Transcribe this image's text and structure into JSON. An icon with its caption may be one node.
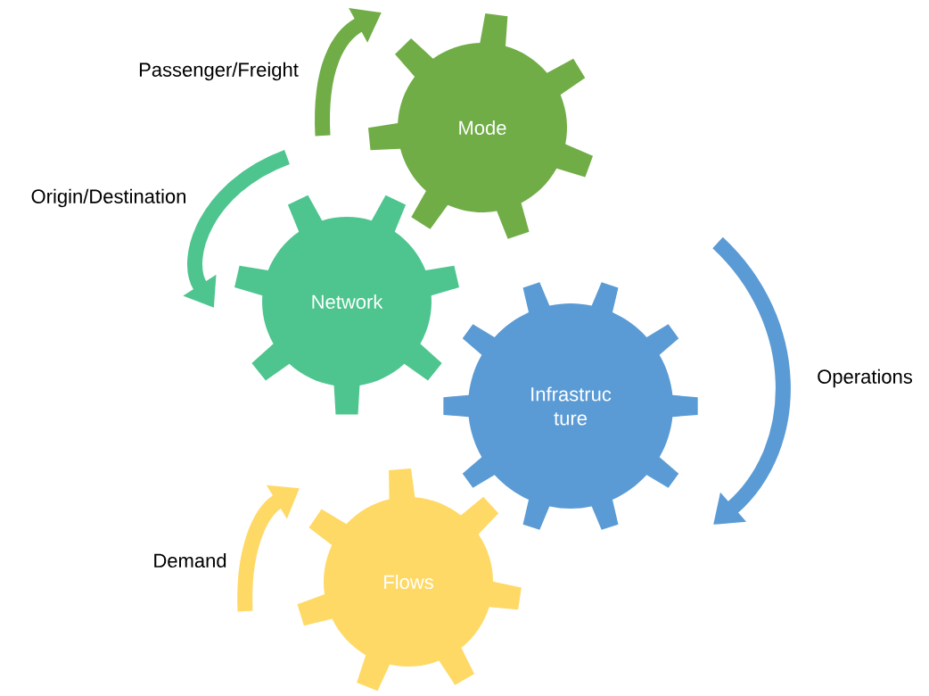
{
  "diagram": {
    "nodes": [
      {
        "text": [
          "Mode"
        ]
      },
      {
        "text": [
          "Network"
        ]
      },
      {
        "text": [
          "Infrastruc ture"
        ]
      },
      {
        "text": [
          "Flows"
        ]
      }
    ],
    "labels": [
      "Passenger/Freight",
      "Origin/Destination",
      "Operations",
      "Demand"
    ]
  }
}
